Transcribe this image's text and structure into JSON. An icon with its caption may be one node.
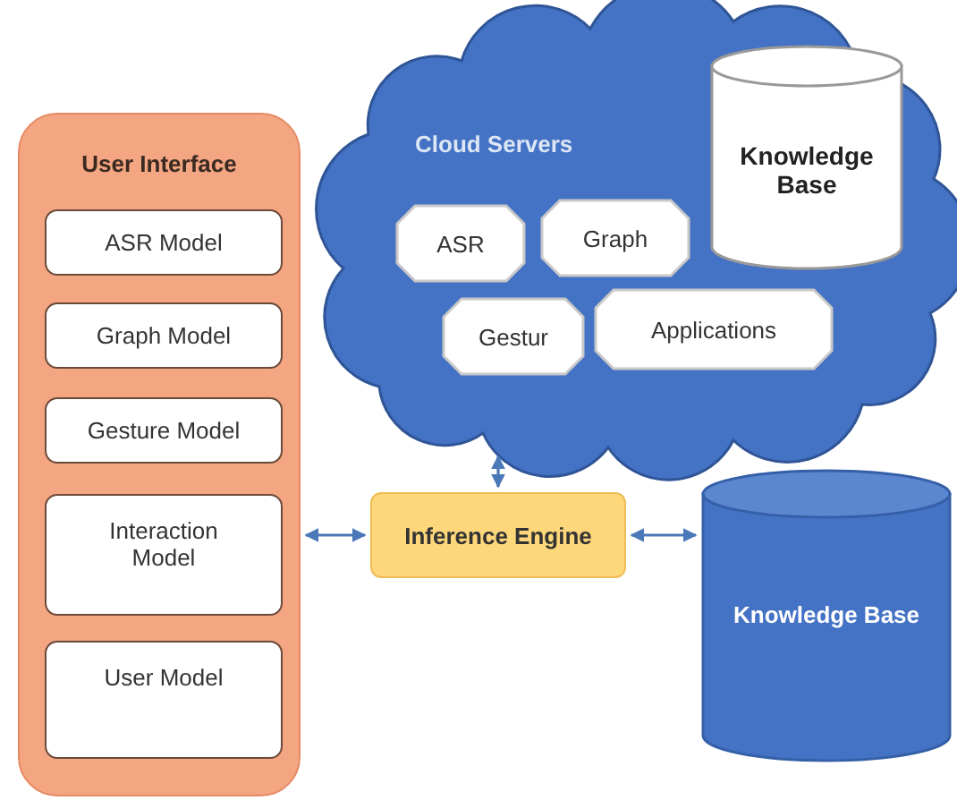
{
  "diagram": {
    "nodes": [
      {
        "text": [
          "User Interface"
        ]
      },
      {
        "text": [
          "ASR Model"
        ],
        "in": 0
      },
      {
        "text": [
          "Graph Model"
        ],
        "in": 0
      },
      {
        "text": [
          "Gesture Model"
        ],
        "in": 0
      },
      {
        "text": [
          "Interaction Model"
        ],
        "in": 0
      },
      {
        "text": [
          "User Model"
        ],
        "in": 0
      },
      {
        "text": [
          "Cloud Servers"
        ]
      },
      {
        "text": [
          "Knowledge Base"
        ],
        "in": 6
      },
      {
        "text": [
          "ASR"
        ],
        "in": 6
      },
      {
        "text": [
          "Graph"
        ],
        "in": 6
      },
      {
        "text": [
          "Gestur"
        ],
        "in": 6
      },
      {
        "text": [
          "Applications"
        ],
        "in": 6
      },
      {
        "text": [
          "Inference Engine"
        ]
      },
      {
        "text": [
          "Knowledge Base"
        ]
      }
    ],
    "edges": [
      {
        "from": 0,
        "to": 12,
        "arrow": "both"
      },
      {
        "from": 6,
        "to": 12,
        "arrow": "both"
      },
      {
        "from": 12,
        "to": 13,
        "arrow": "both"
      }
    ]
  }
}
